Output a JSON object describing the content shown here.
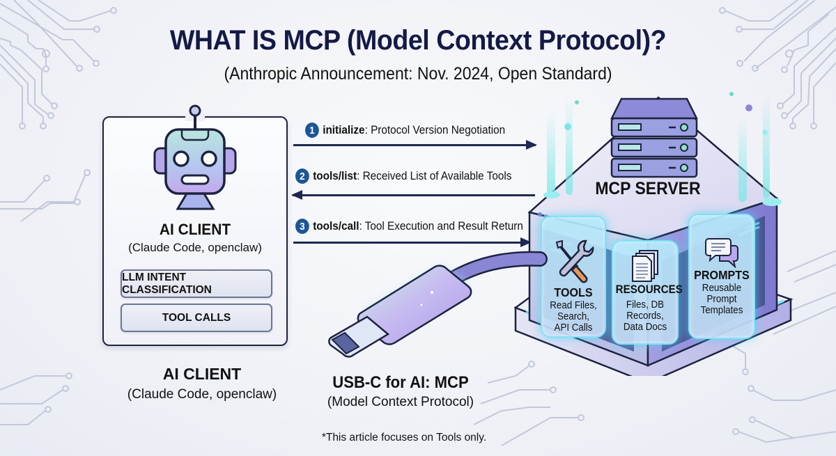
{
  "header": {
    "title": "WHAT IS MCP (Model Context Protocol)?",
    "subtitle": "(Anthropic Announcement: Nov. 2024, Open Standard)"
  },
  "client": {
    "icon": "robot-icon",
    "title": "AI CLIENT",
    "subtitle": "(Claude Code, openclaw)",
    "pills": [
      "LLM INTENT CLASSIFICATION",
      "TOOL CALLS"
    ],
    "caption_title": "AI CLIENT",
    "caption_subtitle": "(Claude Code, openclaw)"
  },
  "steps": [
    {
      "number": "1",
      "method": "initialize",
      "description": ": Protocol Version Negotiation",
      "direction": "right"
    },
    {
      "number": "2",
      "method": "tools/list",
      "description": ": Received List of Available Tools",
      "direction": "left"
    },
    {
      "number": "3",
      "method": "tools/call",
      "description": ": Tool Execution and Result Return",
      "direction": "right"
    }
  ],
  "server": {
    "icon": "server-rack-icon",
    "title": "MCP SERVER",
    "capabilities": [
      {
        "icon": "wrench-screwdriver-icon",
        "title": "TOOLS",
        "description": [
          "Read Files,",
          "Search,",
          "API Calls"
        ]
      },
      {
        "icon": "documents-icon",
        "title": "RESOURCES",
        "description": [
          "Files, DB",
          "Records,",
          "Data Docs"
        ]
      },
      {
        "icon": "chat-bubbles-icon",
        "title": "PROMPTS",
        "description": [
          "Reusable",
          "Prompt",
          "Templates"
        ]
      }
    ]
  },
  "usb": {
    "icon": "usb-c-cable-icon",
    "title": "USB-C for AI: MCP",
    "subtitle": "(Model Context Protocol)"
  },
  "footnote": "*This article focuses on Tools only.",
  "colors": {
    "title": "#141a46",
    "step_badge": "#1d5697",
    "arrow": "#1c2850",
    "card_glow": "#7fe3f7",
    "server_purple": "#8d86d8",
    "circuit": "#b8c0d6"
  }
}
